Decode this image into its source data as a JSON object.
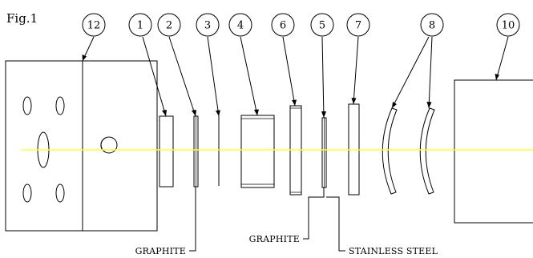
{
  "figure": {
    "label": "Fig.1"
  },
  "callouts": [
    "12",
    "1",
    "2",
    "3",
    "4",
    "6",
    "5",
    "7",
    "8",
    "10"
  ],
  "notes": {
    "graphite_left": "GRAPHITE",
    "graphite_mid": "GRAPHITE",
    "stainless_steel": "STAINLESS STEEL"
  },
  "colors": {
    "centerline": "#ffff33",
    "lines": "#000000",
    "background": "#ffffff"
  }
}
